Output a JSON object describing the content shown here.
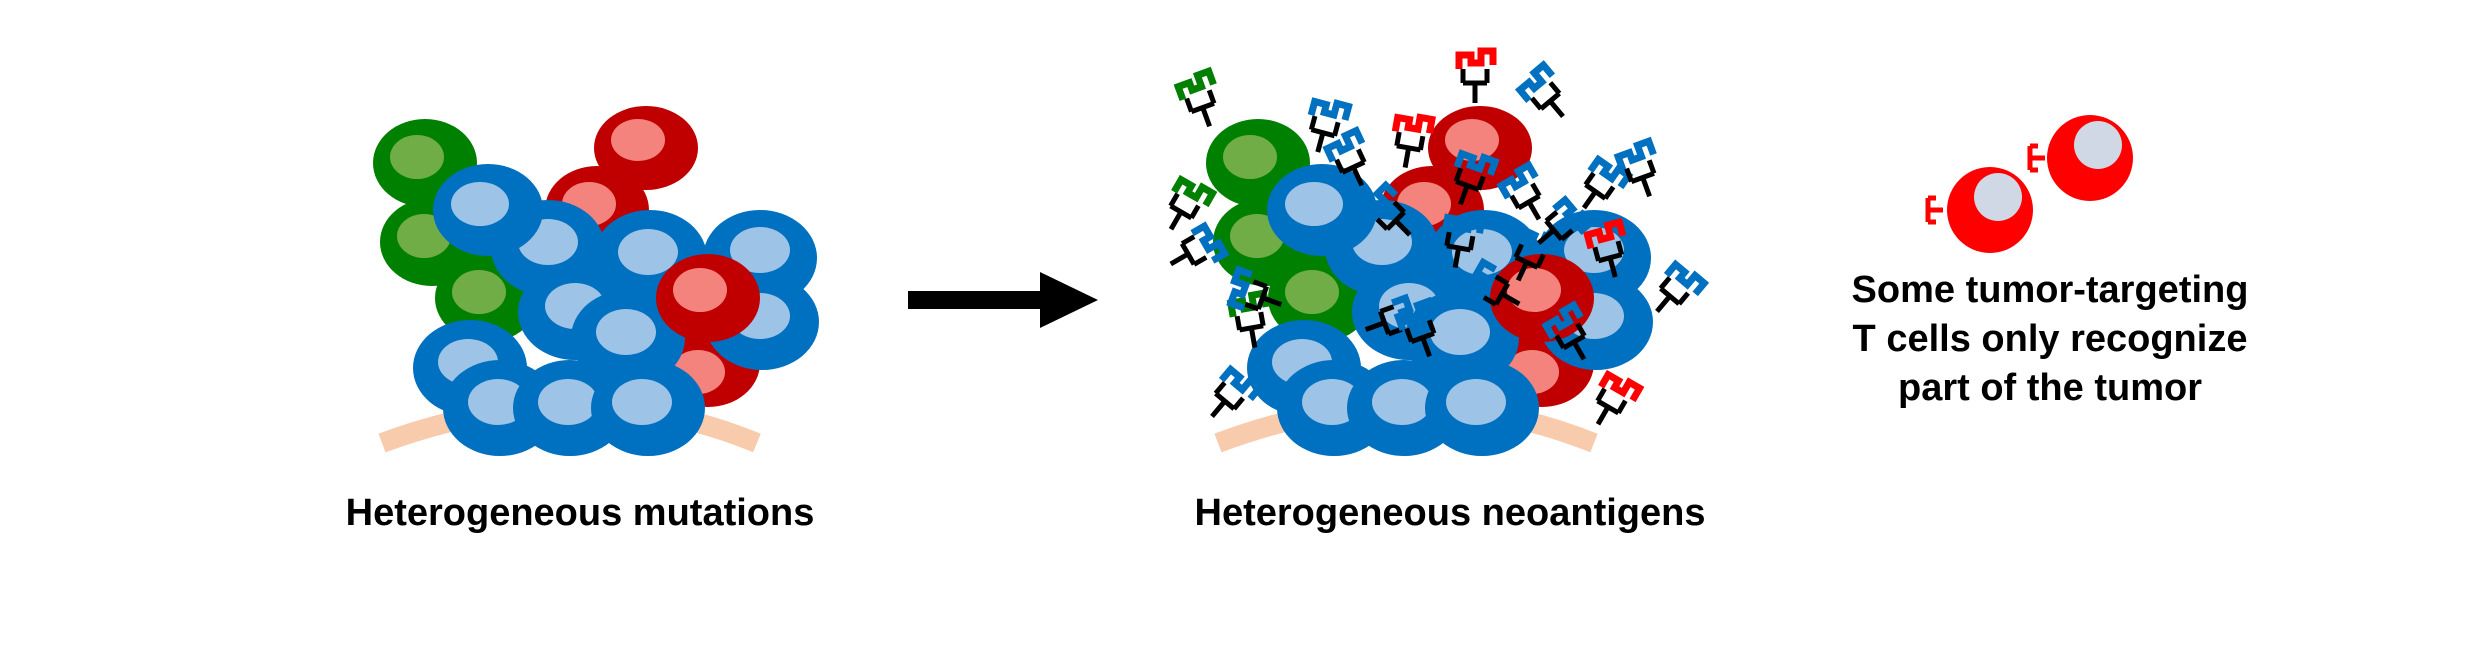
{
  "panels": {
    "left": {
      "caption": "Heterogeneous mutations"
    },
    "middle": {
      "caption": "Heterogeneous neoantigens"
    },
    "right": {
      "caption_lines": [
        "Some tumor-targeting",
        "T cells only recognize",
        "part of the tumor"
      ]
    }
  },
  "colors": {
    "blue": "#0070C0",
    "blue_nucleus": "#9DC3E6",
    "green": "#008000",
    "green_nucleus": "#70AD47",
    "dark_red": "#C00000",
    "red_nucleus": "#F4837D",
    "bright_red": "#FF0000",
    "t_cell_nucleus": "#D0D8E6",
    "tissue": "#F8CBAD",
    "arrow": "#000000"
  },
  "icons": {
    "arrow": "right-arrow-icon",
    "tumor_cell": "tumor-cell-icon",
    "t_cell": "t-cell-icon",
    "neoantigen": "neoantigen-icon"
  }
}
